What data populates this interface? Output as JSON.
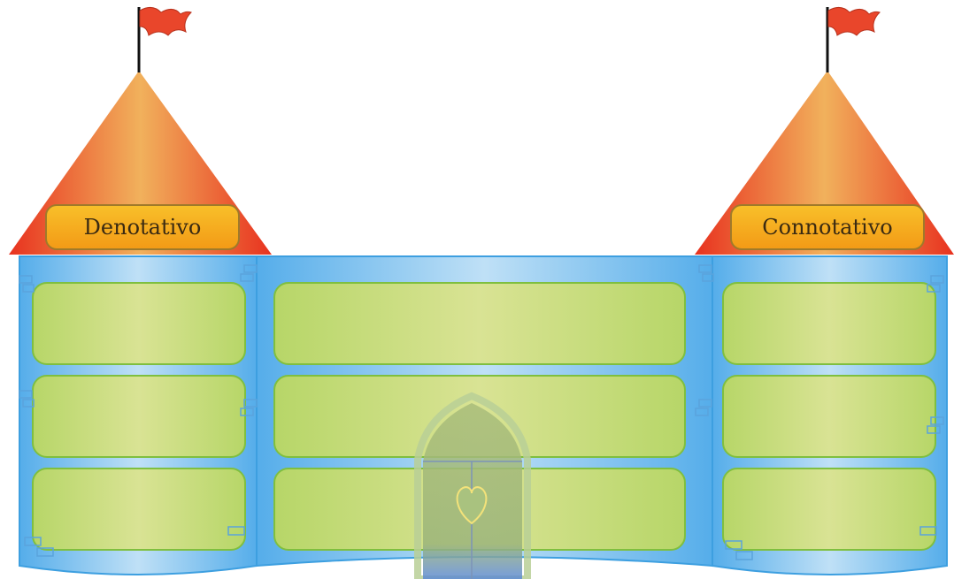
{
  "towers": {
    "left": {
      "label": "Denotativo"
    },
    "right": {
      "label": "Connotativo"
    }
  },
  "colors": {
    "wall_blue": "#7fc3ec",
    "wall_edge": "#3d9fe0",
    "panel_green": "#c9df82",
    "panel_border": "#7fbf3f",
    "roof_red": "#e8321f",
    "roof_light": "#f1b15c",
    "label_orange": "#f5a11c",
    "flag_red": "#e9462b"
  },
  "panels": {
    "left_tower_count": 3,
    "center_count": 3,
    "right_tower_count": 3
  }
}
